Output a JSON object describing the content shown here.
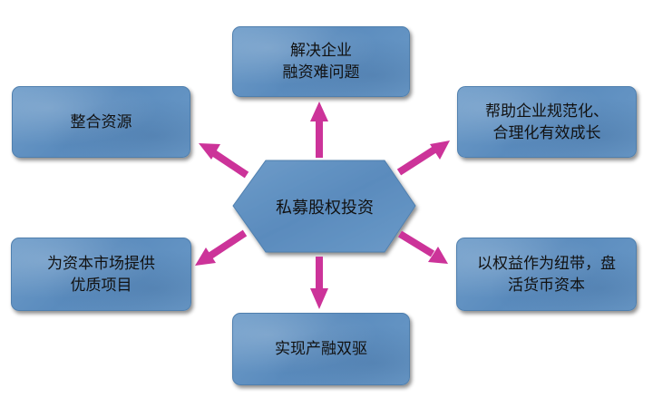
{
  "center": {
    "label": "私募股权投资"
  },
  "boxes": {
    "top": {
      "lines": [
        "解决企业",
        "融资难问题"
      ]
    },
    "top_left": {
      "lines": [
        "整合资源"
      ]
    },
    "top_right": {
      "lines": [
        "帮助企业规范化、",
        "合理化有效成长"
      ]
    },
    "bottom_left": {
      "lines": [
        "为资本市场提供",
        "优质项目"
      ]
    },
    "bottom_right": {
      "lines": [
        "以权益作为纽带，盘",
        "活货币资本"
      ]
    },
    "bottom": {
      "lines": [
        "实现产融双驱"
      ]
    }
  },
  "colors": {
    "box_fill": "#5f8fc1",
    "arrow": "#cc3399"
  }
}
